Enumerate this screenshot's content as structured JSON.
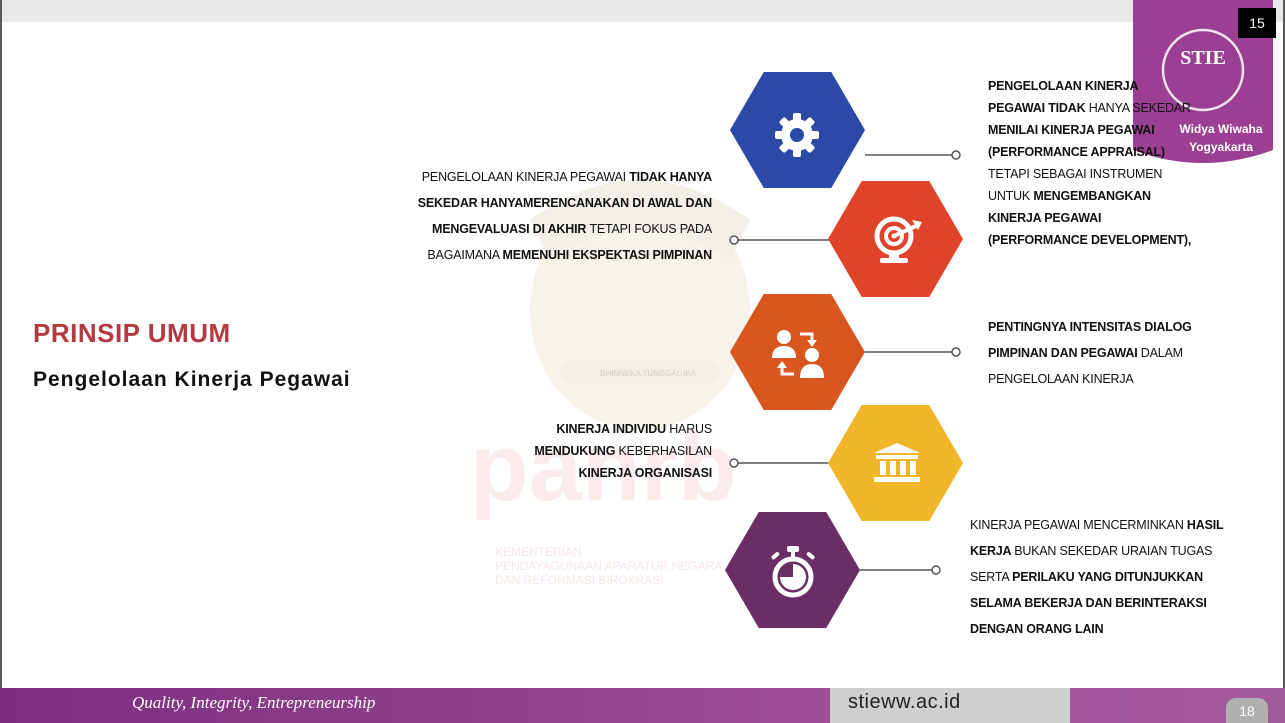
{
  "slide": {
    "page_badge": "15",
    "title": "PRINSIP UMUM",
    "subtitle": "Pengelolaan Kinerja Pegawai"
  },
  "logo": {
    "initials": "STIE",
    "line1": "Widya Wiwaha",
    "line2": "Yogyakarta"
  },
  "watermark": {
    "word": "panrb",
    "line1": "KEMENTERIAN",
    "line2": "PENDAYAGUNAAN APARATUR NEGARA",
    "line3": "DAN REFORMASI BIROKRASI",
    "motto": "BHINNEKA TUNGGAL IKA"
  },
  "colors": {
    "hex1": "#2b4aa8",
    "hex2": "#e0452b",
    "hex3": "#d9561f",
    "hex4": "#f0b528",
    "hex5": "#6a2d66",
    "title": "#b33a41",
    "footer": "#8a3b88"
  },
  "items": [
    {
      "icon": "gear-icon",
      "parts": [
        {
          "b": true,
          "t": "PENGELOLAAN KINERJA PEGAWAI TIDAK "
        },
        {
          "b": false,
          "t": "HANYA SEKEDAR "
        },
        {
          "b": true,
          "t": "MENILAI KINERJA PEGAWAI (PERFORMANCE APPRAISAL) "
        },
        {
          "b": false,
          "t": "TETAPI SEBAGAI INSTRUMEN UNTUK "
        },
        {
          "b": true,
          "t": "MENGEMBANGKAN KINERJA PEGAWAI (PERFORMANCE DEVELOPMENT),"
        }
      ]
    },
    {
      "icon": "target-icon",
      "parts": [
        {
          "b": false,
          "t": "PENGELOLAAN KINERJA PEGAWAI "
        },
        {
          "b": true,
          "t": "TIDAK HANYA SEKEDAR HANYAMERENCANAKAN DI AWAL DAN MENGEVALUASI DI AKHIR "
        },
        {
          "b": false,
          "t": "TETAPI FOKUS PADA BAGAIMANA "
        },
        {
          "b": true,
          "t": "MEMENUHI EKSPEKTASI PIMPINAN"
        }
      ]
    },
    {
      "icon": "dialog-users-icon",
      "parts": [
        {
          "b": true,
          "t": "PENTINGNYA INTENSITAS DIALOG PIMPINAN DAN PEGAWAI "
        },
        {
          "b": false,
          "t": "DALAM PENGELOLAAN KINERJA"
        }
      ]
    },
    {
      "icon": "institution-icon",
      "parts": [
        {
          "b": true,
          "t": "KINERJA INDIVIDU "
        },
        {
          "b": false,
          "t": "HARUS "
        },
        {
          "b": true,
          "t": "MENDUKUNG "
        },
        {
          "b": false,
          "t": "KEBERHASILAN "
        },
        {
          "b": true,
          "t": "KINERJA ORGANISASI"
        }
      ]
    },
    {
      "icon": "stopwatch-icon",
      "parts": [
        {
          "b": false,
          "t": "KINERJA PEGAWAI MENCERMINKAN "
        },
        {
          "b": true,
          "t": "HASIL KERJA "
        },
        {
          "b": false,
          "t": "BUKAN SEKEDAR URAIAN TUGAS SERTA "
        },
        {
          "b": true,
          "t": "PERILAKU YANG DITUNJUKKAN SELAMA BEKERJA DAN BERINTERAKSI DENGAN ORANG LAIN"
        }
      ]
    }
  ],
  "footer": {
    "quote": "Quality, Integrity, Entrepreneurship",
    "site": "stieww.ac.id",
    "page": "18"
  }
}
